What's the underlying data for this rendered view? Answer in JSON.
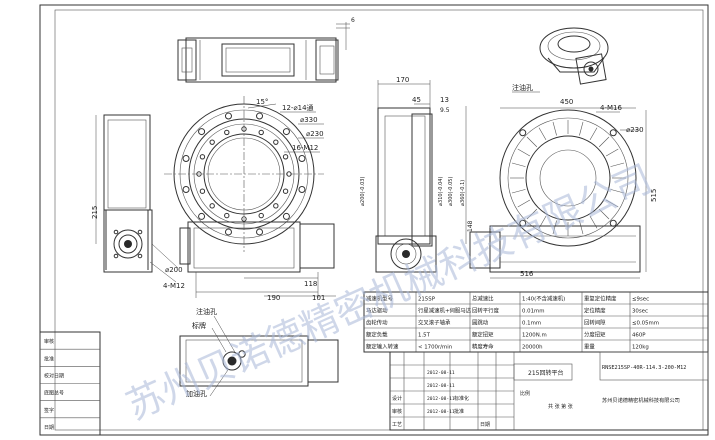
{
  "views": {
    "front": {
      "angle_15": "15°",
      "holes_12": "12-⌀14通",
      "d330": "⌀330",
      "d230": "⌀230",
      "m12": "16-M12",
      "d215": "215",
      "d118": "118",
      "d190": "190",
      "d101": "101",
      "d200": "⌀200",
      "m12b": "4-M12"
    },
    "side": {
      "d170": "170",
      "d45": "45",
      "d13": "13",
      "d9_5": "9.5",
      "v1": "⌀200(-0.03)",
      "v2": "⌀310(-0.04)",
      "v3": "⌀300(-0.05)",
      "v4": "⌀360(-0.1)",
      "h": "148",
      "top6": "6"
    },
    "right": {
      "grease": "注油孔",
      "d450": "450",
      "m16": "4-M16",
      "d230": "⌀230",
      "d515": "515",
      "d516": "516"
    },
    "bottom": {
      "grease": "注油孔",
      "label": "标牌",
      "fill": "加油孔"
    }
  },
  "specs": {
    "rows": [
      [
        "减速机型号",
        "215SP",
        "总减速比",
        "1:40(不含减速机)",
        "重复定位精度",
        "≤9sec"
      ],
      [
        "马达驱动",
        "行星减速机+伺服马达",
        "回转平行度",
        "0.01mm",
        "定位精度",
        "30sec"
      ],
      [
        "齿轮传动",
        "交叉滚子轴承",
        "圆跳动",
        "0.1mm",
        "回转间隙",
        "≤0.05mm"
      ],
      [
        "额定负载",
        "1.5T",
        "额定扭矩",
        "1200N.m",
        "分度扭矩",
        "460P"
      ],
      [
        "额定输入转速",
        "< 1700r/min",
        "精度寿命",
        "20000h",
        "重量",
        "120kg"
      ]
    ]
  },
  "title_block": {
    "drawing_no": "RNSE215SP-40R-114.3-200-M12",
    "name": "215回转平台",
    "left_labels": [
      "审核",
      "批准",
      "校对日期",
      "底图总号",
      "签字",
      "日期"
    ],
    "dates": [
      "2012-08-11",
      "2012-08-11",
      "2012-08-11",
      "2012-08-11"
    ],
    "company": "苏州贝诺德精密机械科技有限公司",
    "cells": [
      "设计",
      "审核",
      "工艺",
      "标准化",
      "批准",
      "日期",
      "比例",
      "共 张 第 张"
    ]
  },
  "watermark": "苏州贝诺德精密机械科技有限公司"
}
